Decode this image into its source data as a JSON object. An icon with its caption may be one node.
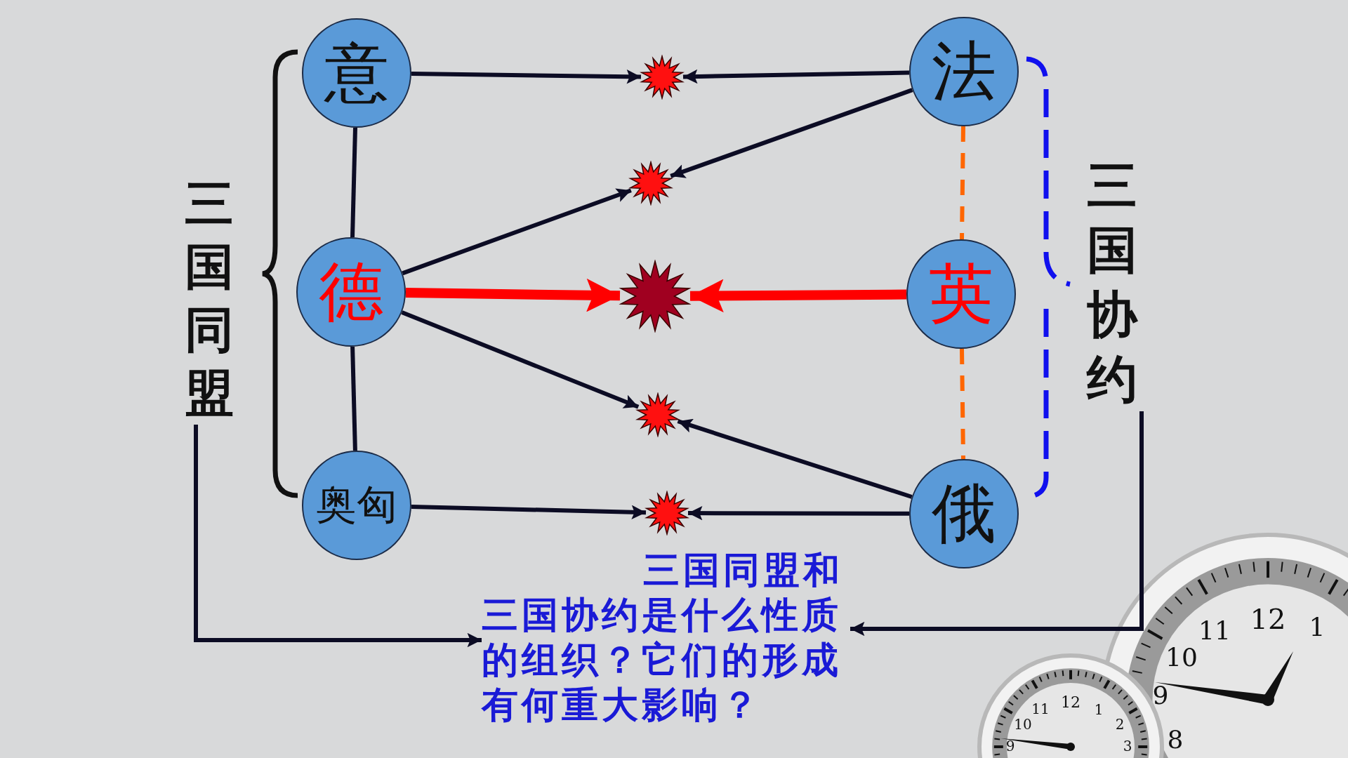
{
  "diagram": {
    "nodes": [
      {
        "text": [
          "意"
        ]
      },
      {
        "text": [
          "法"
        ]
      },
      {
        "text": [
          "德"
        ]
      },
      {
        "text": [
          "英"
        ]
      },
      {
        "text": [
          "奥匈"
        ]
      },
      {
        "text": [
          "俄"
        ]
      },
      {
        "text": [],
        "shape": "star"
      },
      {
        "text": [],
        "shape": "star"
      },
      {
        "text": [],
        "shape": "star"
      },
      {
        "text": [],
        "shape": "star"
      },
      {
        "text": [],
        "shape": "star"
      },
      {
        "text": [
          "三国同盟"
        ]
      },
      {
        "text": [
          "三国协约"
        ]
      },
      {
        "text": [
          "三国同盟和三国协约是什么性质的组织？它们的形成有何重大影响？"
        ]
      }
    ],
    "edges": [
      {
        "from": 0,
        "to": 6,
        "arrow": "to"
      },
      {
        "from": 1,
        "to": 6,
        "arrow": "to"
      },
      {
        "from": 1,
        "to": 7,
        "arrow": "to"
      },
      {
        "from": 2,
        "to": 7,
        "arrow": "to"
      },
      {
        "from": 2,
        "to": 8,
        "arrow": "to",
        "style": "thick",
        "color": "#ff0000"
      },
      {
        "from": 3,
        "to": 8,
        "arrow": "to",
        "style": "thick",
        "color": "#ff0000"
      },
      {
        "from": 2,
        "to": 9,
        "arrow": "to"
      },
      {
        "from": 5,
        "to": 9,
        "arrow": "to"
      },
      {
        "from": 4,
        "to": 10,
        "arrow": "to"
      },
      {
        "from": 5,
        "to": 10,
        "arrow": "to"
      },
      {
        "from": 0,
        "to": 2,
        "arrow": "none"
      },
      {
        "from": 2,
        "to": 4,
        "arrow": "none"
      },
      {
        "from": 1,
        "to": 3,
        "arrow": "none",
        "style": "dashed",
        "color": "#ff6600"
      },
      {
        "from": 3,
        "to": 5,
        "arrow": "none",
        "style": "dashed",
        "color": "#ff6600"
      },
      {
        "from": 11,
        "to": 13,
        "arrow": "to"
      },
      {
        "from": 12,
        "to": 13,
        "arrow": "to"
      }
    ],
    "labels": [
      "12",
      "11",
      "1",
      "10",
      "9",
      "8",
      "12",
      "11",
      "1",
      "10",
      "2",
      "9",
      "3"
    ]
  }
}
